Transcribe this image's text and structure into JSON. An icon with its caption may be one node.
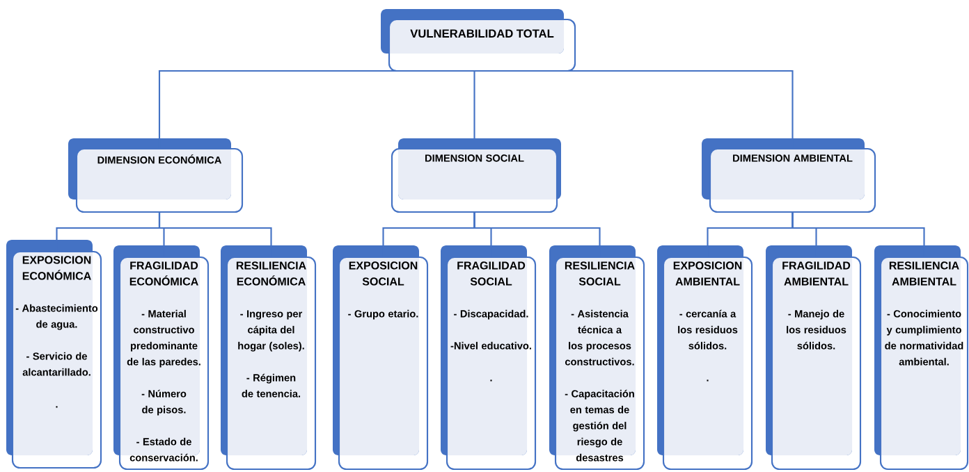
{
  "diagram": {
    "nodes": [
      {
        "text": [
          "VULNERABILIDAD TOTAL"
        ]
      },
      {
        "text": [
          "DIMENSION ECONÓMICA"
        ]
      },
      {
        "text": [
          "DIMENSION SOCIAL"
        ]
      },
      {
        "text": [
          "DIMENSION AMBIENTAL"
        ]
      },
      {
        "text": [
          "EXPOSICION ECONÓMICA",
          "- Abastecimiento de agua.",
          "- Servicio de alcantarillado.",
          "."
        ]
      },
      {
        "text": [
          "FRAGILIDAD ECONÓMICA",
          "- Material constructivo predominante de las paredes.",
          "- Número de pisos.",
          "- Estado de conservación."
        ]
      },
      {
        "text": [
          "RESILIENCIA ECONÓMICA",
          "- Ingreso per cápita del hogar (soles).",
          "- Régimen de tenencia."
        ]
      },
      {
        "text": [
          "EXPOSICION SOCIAL",
          "- Grupo etario."
        ]
      },
      {
        "text": [
          "FRAGILIDAD SOCIAL",
          "- Discapacidad.",
          "-Nivel educativo.",
          "."
        ]
      },
      {
        "text": [
          "RESILIENCIA SOCIAL",
          "- Asistencia técnica a los procesos constructivos.",
          "- Capacitación en temas de gestión del riesgo de desastres"
        ]
      },
      {
        "text": [
          "EXPOSICION AMBIENTAL",
          "- cercanía a los residuos sólidos.",
          "."
        ]
      },
      {
        "text": [
          "FRAGILIDAD AMBIENTAL",
          "- Manejo de los residuos sólidos."
        ]
      },
      {
        "text": [
          "RESILIENCIA AMBIENTAL",
          "- Conocimiento y cumplimiento de normatividad ambiental."
        ]
      }
    ],
    "edges": [
      {
        "from": 0,
        "to": 1,
        "arrow": "none"
      },
      {
        "from": 0,
        "to": 2,
        "arrow": "none"
      },
      {
        "from": 0,
        "to": 3,
        "arrow": "none"
      },
      {
        "from": 1,
        "to": 4,
        "arrow": "none"
      },
      {
        "from": 1,
        "to": 5,
        "arrow": "none"
      },
      {
        "from": 1,
        "to": 6,
        "arrow": "none"
      },
      {
        "from": 2,
        "to": 7,
        "arrow": "none"
      },
      {
        "from": 2,
        "to": 8,
        "arrow": "none"
      },
      {
        "from": 2,
        "to": 9,
        "arrow": "none"
      },
      {
        "from": 3,
        "to": 10,
        "arrow": "none"
      },
      {
        "from": 3,
        "to": 11,
        "arrow": "none"
      },
      {
        "from": 3,
        "to": 12,
        "arrow": "none"
      }
    ]
  }
}
